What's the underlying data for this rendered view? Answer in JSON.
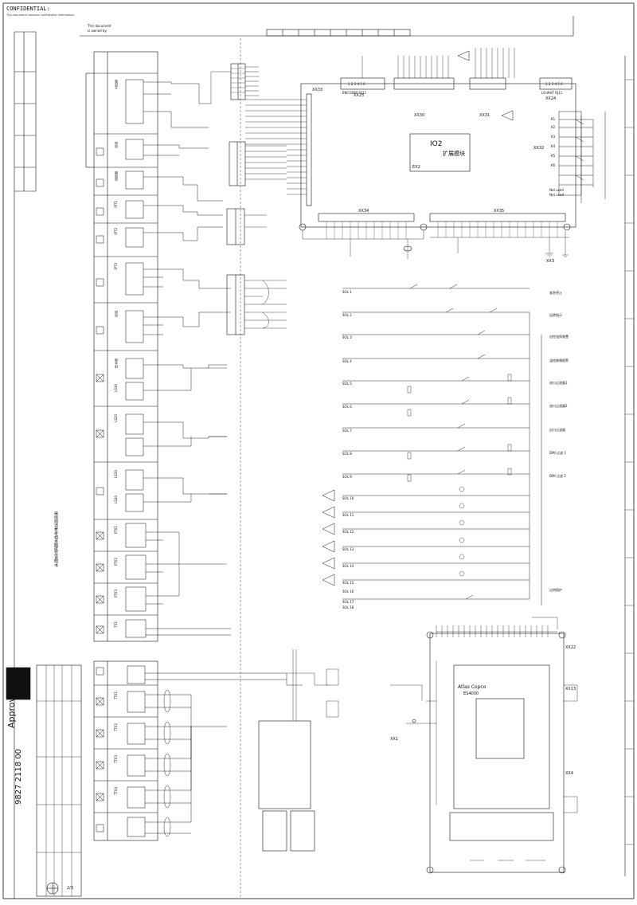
{
  "header": {
    "confidential": "CONFIDENTIAL:",
    "confidential_note": "This document contains confidential information.",
    "top_right_note_1": "This document",
    "top_right_note_2": "is owned by"
  },
  "title_block": {
    "approved": "Approved",
    "drawing_number": "9827 2118 00",
    "sheet": "2/3"
  },
  "modules": {
    "io2_label": "IO2",
    "io2_cn": "扩展模块",
    "ex2": "EX2"
  },
  "connectors": {
    "xx23": "XX23",
    "xx30": "XX30",
    "xx31": "XX31",
    "xx24": "XX24",
    "xx33": "XX33",
    "xx34": "XX34",
    "xx35": "XX35",
    "xx32": "XX32",
    "xx22": "XX22",
    "xx13": "XX13",
    "xx4": "XX4",
    "xx3": "XX3",
    "xx1": "XX1",
    "enc_label": "ENCODER RJ11",
    "lo_wht": "LO-WHT RJ11",
    "pin_seq_6": "1 2 3 4 5 6"
  },
  "right_block_labels": [
    "SOL 1",
    "SOL 2",
    "SOL 3",
    "SOL 4",
    "SOL 5",
    "SOL 6",
    "SOL 7",
    "SOL 8",
    "SOL 9",
    "SOL 10",
    "SOL 11",
    "SOL 12",
    "SOL 13",
    "SOL 14",
    "SOL 15",
    "SOL 16",
    "SOL 17",
    "SOL 18"
  ],
  "right_block_desc": [
    "紧急停止",
    "运转指示",
    "自控温保装置",
    "",
    "温控故障报警",
    "进口过滤器1",
    "进口过滤器2",
    "出口过滤器",
    "DMI 过滤 1",
    "",
    "DMI 过滤 2",
    "",
    "",
    "",
    "",
    "",
    "过热保护",
    ""
  ],
  "left_rows": [
    "主控制",
    "风扇",
    "加热器",
    "IPT1",
    "IPT2",
    "IPT3",
    "风机",
    "排水阀",
    "LS10",
    "LS20",
    "LS30",
    "LS40",
    "PT01",
    "PT02",
    "PT03",
    "TS1"
  ],
  "left_notes": {
    "vertical_note": "接线前请参考相关图纸及说明书"
  },
  "bottom_left_rows": [
    "TT01",
    "TT02",
    "TT03",
    "TT04"
  ],
  "k_relays": [
    "K1",
    "K2",
    "K3",
    "K4",
    "K5",
    "K6"
  ],
  "not_used": [
    "Not used",
    "Not used"
  ],
  "hmi": {
    "brand": "Atlas Copco",
    "model": "ES4000"
  }
}
